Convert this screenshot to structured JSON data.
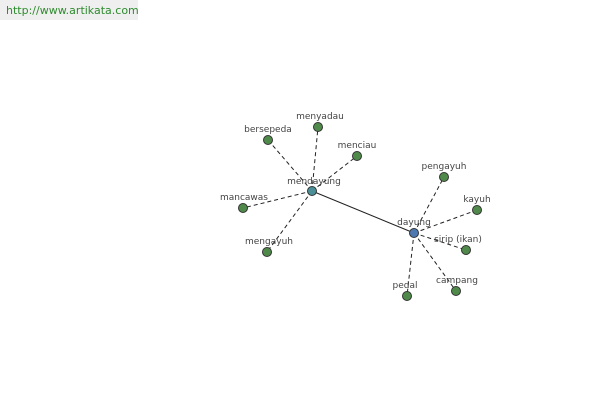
{
  "banner": {
    "url": "http://www.artikata.com"
  },
  "graph": {
    "colors": {
      "leaf": "#4f8a4a",
      "hub_primary": "#4e78b0",
      "hub_secondary": "#4a8f98",
      "edge": "#222222"
    },
    "nodes": [
      {
        "id": "dayung",
        "label": "dayung",
        "role": "hub_primary"
      },
      {
        "id": "mendayung",
        "label": "mendayung",
        "role": "hub_secondary"
      },
      {
        "id": "bersepeda",
        "label": "bersepeda",
        "role": "leaf"
      },
      {
        "id": "menyadau",
        "label": "menyadau",
        "role": "leaf"
      },
      {
        "id": "menciau",
        "label": "menciau",
        "role": "leaf"
      },
      {
        "id": "mancawas",
        "label": "mancawas",
        "role": "leaf"
      },
      {
        "id": "mengayuh",
        "label": "mengayuh",
        "role": "leaf"
      },
      {
        "id": "pengayuh",
        "label": "pengayuh",
        "role": "leaf"
      },
      {
        "id": "kayuh",
        "label": "kayuh",
        "role": "leaf"
      },
      {
        "id": "sirip",
        "label": "sirip (ikan)",
        "role": "leaf"
      },
      {
        "id": "campang",
        "label": "campang",
        "role": "leaf"
      },
      {
        "id": "pedal",
        "label": "pedal",
        "role": "leaf"
      }
    ],
    "edges": [
      {
        "from": "dayung",
        "to": "mendayung",
        "style": "solid"
      },
      {
        "from": "mendayung",
        "to": "bersepeda",
        "style": "dashed"
      },
      {
        "from": "mendayung",
        "to": "menyadau",
        "style": "dashed"
      },
      {
        "from": "mendayung",
        "to": "menciau",
        "style": "dashed"
      },
      {
        "from": "mendayung",
        "to": "mancawas",
        "style": "dashed"
      },
      {
        "from": "mendayung",
        "to": "mengayuh",
        "style": "dashed"
      },
      {
        "from": "dayung",
        "to": "pengayuh",
        "style": "dashed"
      },
      {
        "from": "dayung",
        "to": "kayuh",
        "style": "dashed"
      },
      {
        "from": "dayung",
        "to": "sirip",
        "style": "dashed"
      },
      {
        "from": "dayung",
        "to": "campang",
        "style": "dashed"
      },
      {
        "from": "dayung",
        "to": "pedal",
        "style": "dashed"
      }
    ]
  }
}
